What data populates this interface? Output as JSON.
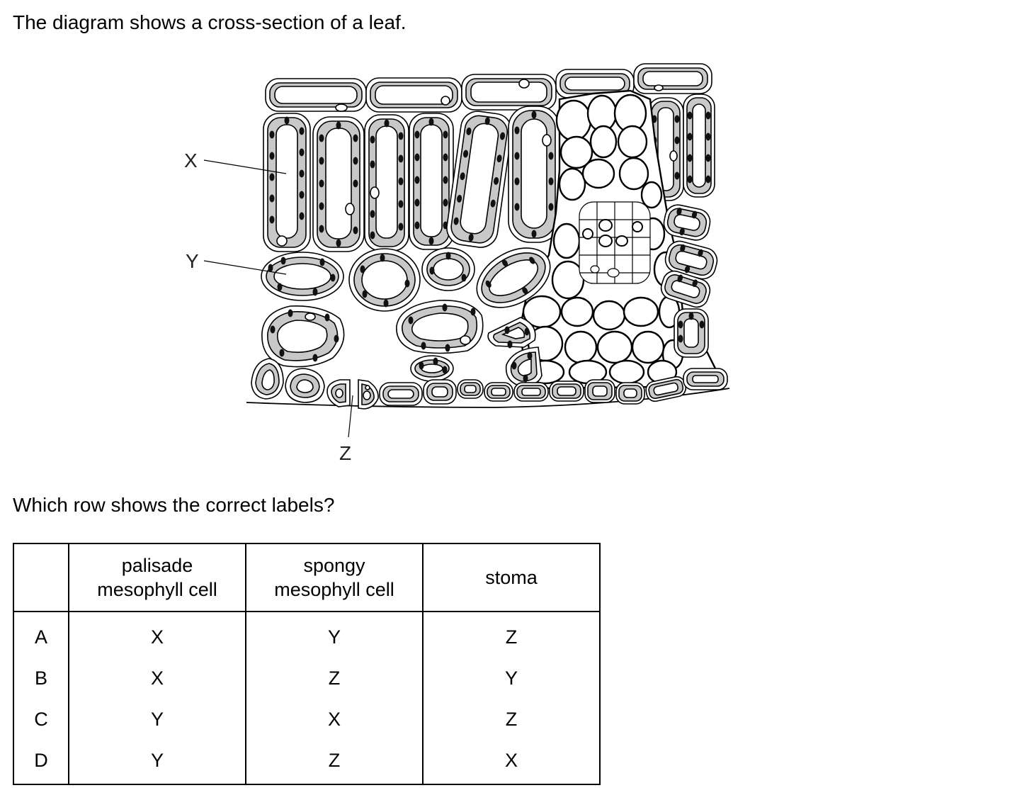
{
  "question": {
    "intro": "The diagram shows a cross-section of a leaf.",
    "ask": "Which row shows the correct labels?"
  },
  "diagram": {
    "labels": {
      "x": "X",
      "y": "Y",
      "z": "Z"
    }
  },
  "table": {
    "headers": [
      "",
      "palisade mesophyll cell",
      "spongy mesophyll cell",
      "stoma"
    ],
    "header_lines": [
      [
        "",
        ""
      ],
      [
        "palisade",
        "mesophyll cell"
      ],
      [
        "spongy",
        "mesophyll cell"
      ],
      [
        "stoma",
        ""
      ]
    ],
    "rows": [
      {
        "key": "A",
        "palisade": "X",
        "spongy": "Y",
        "stoma": "Z"
      },
      {
        "key": "B",
        "palisade": "X",
        "spongy": "Z",
        "stoma": "Y"
      },
      {
        "key": "C",
        "palisade": "Y",
        "spongy": "X",
        "stoma": "Z"
      },
      {
        "key": "D",
        "palisade": "Y",
        "spongy": "Z",
        "stoma": "X"
      }
    ]
  }
}
